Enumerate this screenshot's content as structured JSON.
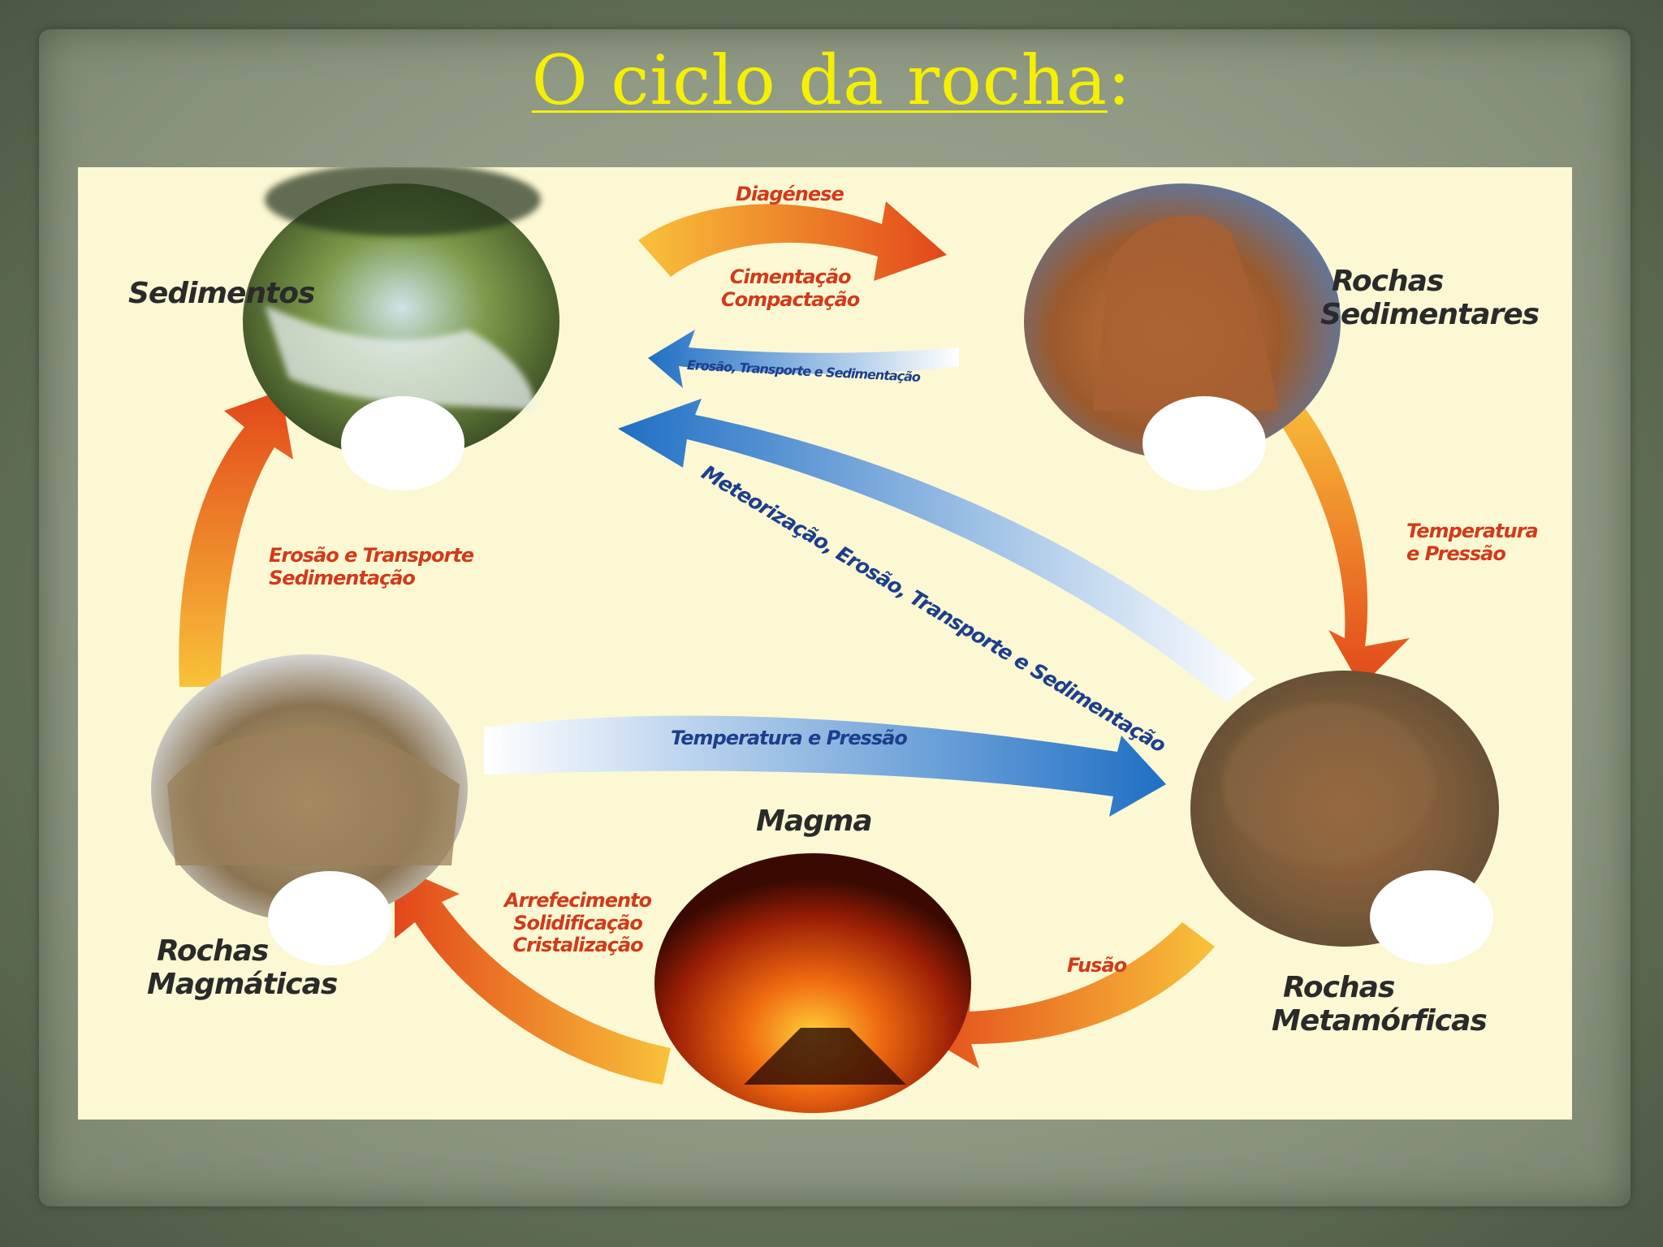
{
  "title": {
    "main": "O ciclo da rocha",
    "suffix": ":"
  },
  "nodes": {
    "sedimentos": "Sedimentos",
    "rochas_sedimentares": [
      "Rochas",
      "Sedimentares"
    ],
    "rochas_metamorficas": [
      "Rochas",
      "Metamórficas"
    ],
    "magma": "Magma",
    "rochas_magmaticas": [
      "Rochas",
      "Magmáticas"
    ]
  },
  "processes": {
    "diagenese": "Diagénese",
    "cimentacao": [
      "Cimentação",
      "Compactação"
    ],
    "erosao_top": "Erosão, Transporte e Sedimentação",
    "temp_pressao_right": [
      "Temperatura",
      "e Pressão"
    ],
    "meteorizacao": "Meteorização, Erosão, Transporte e Sedimentação",
    "temp_pressao_middle": "Temperatura e Pressão",
    "erosao_left": [
      "Erosão e Transporte",
      "Sedimentação"
    ],
    "arrefecimento": [
      "Arrefecimento",
      "Solidificação",
      "Cristalização"
    ],
    "fusao": "Fusão"
  },
  "colors": {
    "title": "#f4f000",
    "orange_arrow_start": "#f9c23a",
    "orange_arrow_end": "#e2471a",
    "blue_arrow": "#1f6fc4",
    "diagram_bg": "#fcf8d4"
  }
}
